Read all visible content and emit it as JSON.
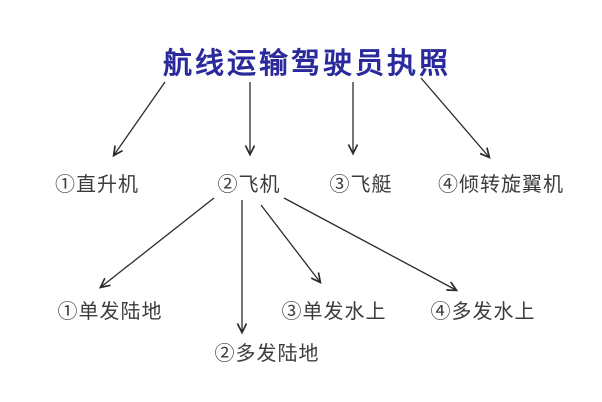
{
  "diagram": {
    "title": "航线运输驾驶员执照",
    "colors": {
      "title": "#2a2a9c",
      "text": "#3c3c3c",
      "arrow": "#2b2b2b",
      "background": "#ffffff"
    },
    "level1": [
      {
        "label": "①直升机"
      },
      {
        "label": "②飞机"
      },
      {
        "label": "③飞艇"
      },
      {
        "label": "④倾转旋翼机"
      }
    ],
    "level2": [
      {
        "label": "①单发陆地"
      },
      {
        "label": "②多发陆地"
      },
      {
        "label": "③单发水上"
      },
      {
        "label": "④多发水上"
      }
    ],
    "edges": [
      {
        "from": "航线运输驾驶员执照",
        "to": "①直升机"
      },
      {
        "from": "航线运输驾驶员执照",
        "to": "②飞机"
      },
      {
        "from": "航线运输驾驶员执照",
        "to": "③飞艇"
      },
      {
        "from": "航线运输驾驶员执照",
        "to": "④倾转旋翼机"
      },
      {
        "from": "②飞机",
        "to": "①单发陆地"
      },
      {
        "from": "②飞机",
        "to": "②多发陆地"
      },
      {
        "from": "②飞机",
        "to": "③单发水上"
      },
      {
        "from": "②飞机",
        "to": "④多发水上"
      }
    ]
  }
}
